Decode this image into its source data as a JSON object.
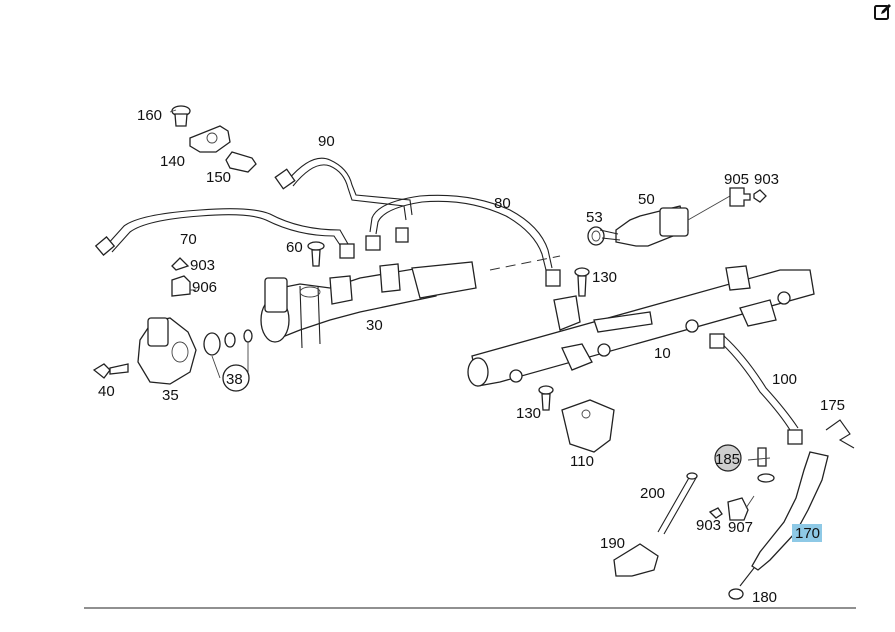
{
  "labels": {
    "l160": "160",
    "l140": "140",
    "l150": "150",
    "l90": "90",
    "l80": "80",
    "l70": "70",
    "l60": "60",
    "l30": "30",
    "l53": "53",
    "l50": "50",
    "l905": "905",
    "l903a": "903",
    "l903b": "903",
    "l906": "906",
    "l130a": "130",
    "l130b": "130",
    "l38": "38",
    "l40": "40",
    "l35": "35",
    "l10": "10",
    "l100": "100",
    "l110": "110",
    "l175": "175",
    "l185": "185",
    "l200": "200",
    "l903c": "903",
    "l907": "907",
    "l170": "170",
    "l190": "190",
    "l180": "180"
  },
  "highlights": {
    "selected_part_color": "#8ec9e6",
    "hover_part_color": "#9e9e9e"
  },
  "icons": {
    "edit": "edit-icon"
  }
}
